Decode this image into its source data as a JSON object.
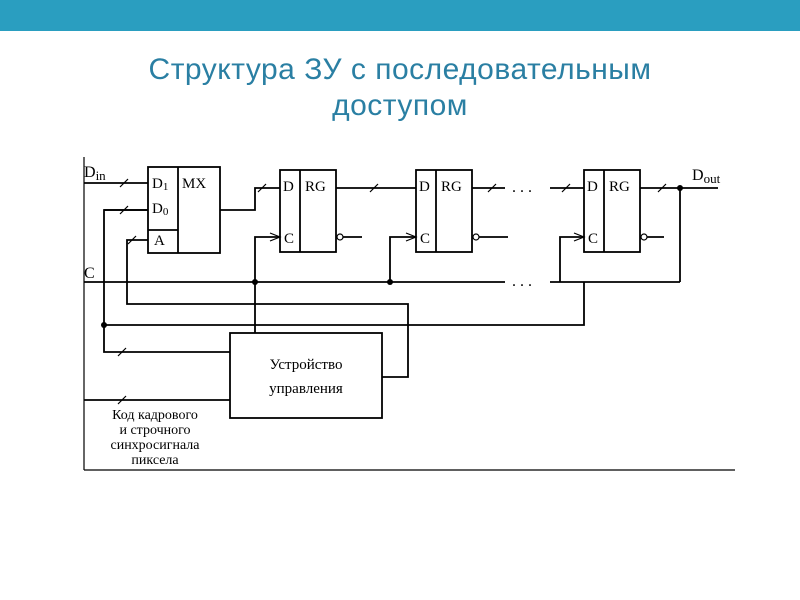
{
  "header": {
    "accent_color": "#2a9ec0"
  },
  "title": {
    "line1": "Структура ЗУ с последовательным",
    "line2": "доступом",
    "color": "#2a7fa3"
  },
  "diagram": {
    "inputs": {
      "din": "D",
      "din_sub": "in",
      "clock": "C",
      "dout": "D",
      "dout_sub": "out"
    },
    "mux": {
      "d1": "D",
      "d1_sub": "1",
      "d0": "D",
      "d0_sub": "0",
      "a": "A",
      "name": "MX"
    },
    "register": {
      "d": "D",
      "c": "C",
      "name": "RG"
    },
    "ellipsis": ". . .",
    "control_unit": {
      "line1": "Устройство",
      "line2": "управления"
    },
    "sync_code": {
      "line1": "Код кадрового",
      "line2": "и строчного",
      "line3": "синхросигнала",
      "line4": "пиксела"
    }
  }
}
